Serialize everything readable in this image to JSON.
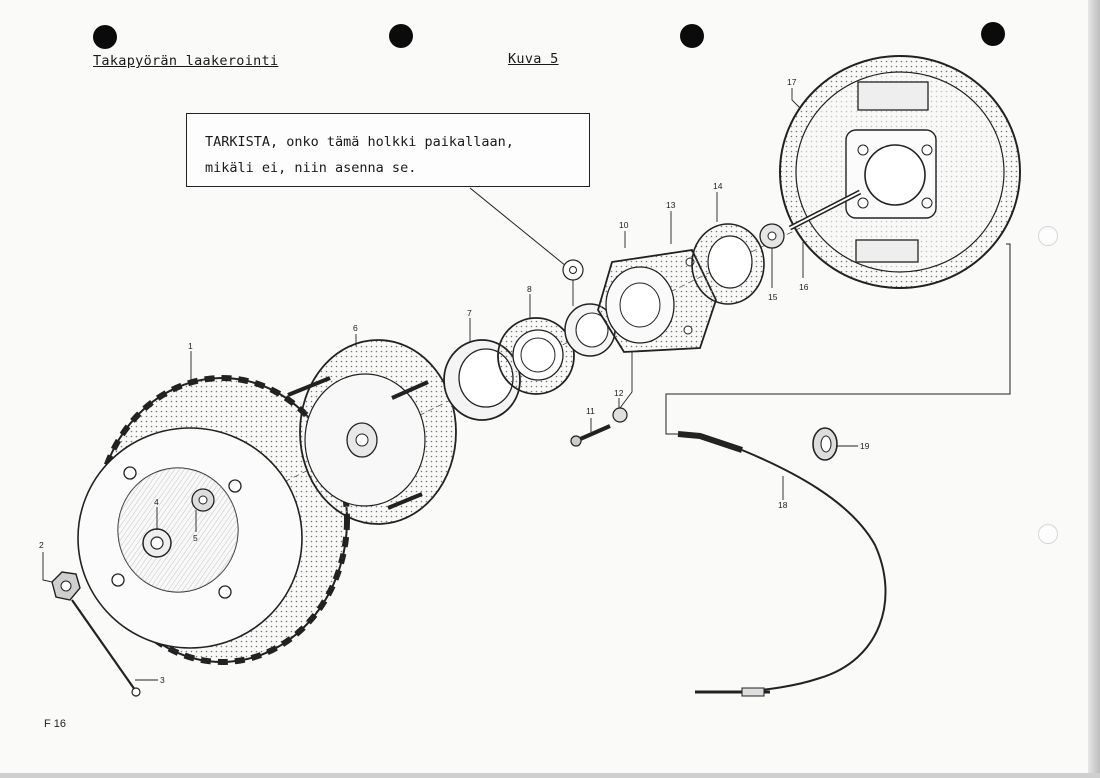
{
  "header": {
    "title": "Takapyörän laakerointi",
    "figure": "Kuva 5"
  },
  "note": {
    "line1": "TARKISTA, onko tämä holkki paikallaan,",
    "line2": "mikäli ei, niin asenna se."
  },
  "callouts": [
    "1",
    "2",
    "3",
    "4",
    "5",
    "6",
    "7",
    "8",
    "10",
    "11",
    "12",
    "13",
    "14",
    "15",
    "16",
    "17",
    "18",
    "19"
  ],
  "footer": {
    "page_code": "F 16"
  }
}
